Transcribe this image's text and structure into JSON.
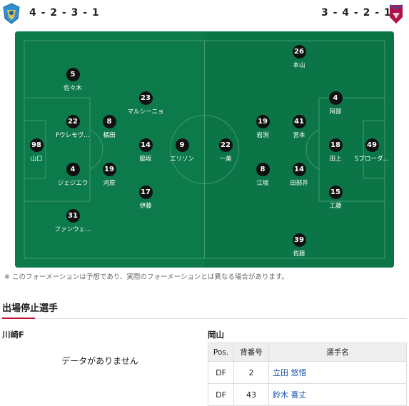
{
  "home": {
    "formation": "4 - 2 - 3 - 1",
    "emblem_color": "#2f8fd4",
    "players": [
      {
        "num": "98",
        "name": "山口"
      },
      {
        "num": "5",
        "name": "佐々木"
      },
      {
        "num": "22",
        "name": "Fウレモヴ…"
      },
      {
        "num": "4",
        "name": "ジェジエウ"
      },
      {
        "num": "31",
        "name": "ファンウェ…"
      },
      {
        "num": "8",
        "name": "橘田"
      },
      {
        "num": "19",
        "name": "河原"
      },
      {
        "num": "23",
        "name": "マルシーニョ"
      },
      {
        "num": "14",
        "name": "脇坂"
      },
      {
        "num": "17",
        "name": "伊藤"
      },
      {
        "num": "9",
        "name": "エリソン"
      }
    ]
  },
  "away": {
    "formation": "3 - 4 - 2 - 1",
    "emblem_color": "#b0134b",
    "players": [
      {
        "num": "22",
        "name": "一美"
      },
      {
        "num": "19",
        "name": "岩渕"
      },
      {
        "num": "8",
        "name": "江坂"
      },
      {
        "num": "26",
        "name": "本山"
      },
      {
        "num": "41",
        "name": "宮本"
      },
      {
        "num": "14",
        "name": "田部井"
      },
      {
        "num": "39",
        "name": "佐藤"
      },
      {
        "num": "4",
        "name": "阿部"
      },
      {
        "num": "18",
        "name": "田上"
      },
      {
        "num": "15",
        "name": "工藤"
      },
      {
        "num": "49",
        "name": "Sブローダ…"
      }
    ]
  },
  "note": "※ このフォーメーションは予想であり、実際のフォーメーションとは異なる場合があります。",
  "suspended": {
    "title": "出場停止選手",
    "home_team": "川崎F",
    "home_empty": "データがありません",
    "away_team": "岡山",
    "columns": [
      "Pos.",
      "背番号",
      "選手名"
    ],
    "rows": [
      {
        "pos": "DF",
        "num": "2",
        "name": "立田 悠悟"
      },
      {
        "pos": "DF",
        "num": "43",
        "name": "鈴木 喜丈"
      }
    ]
  }
}
